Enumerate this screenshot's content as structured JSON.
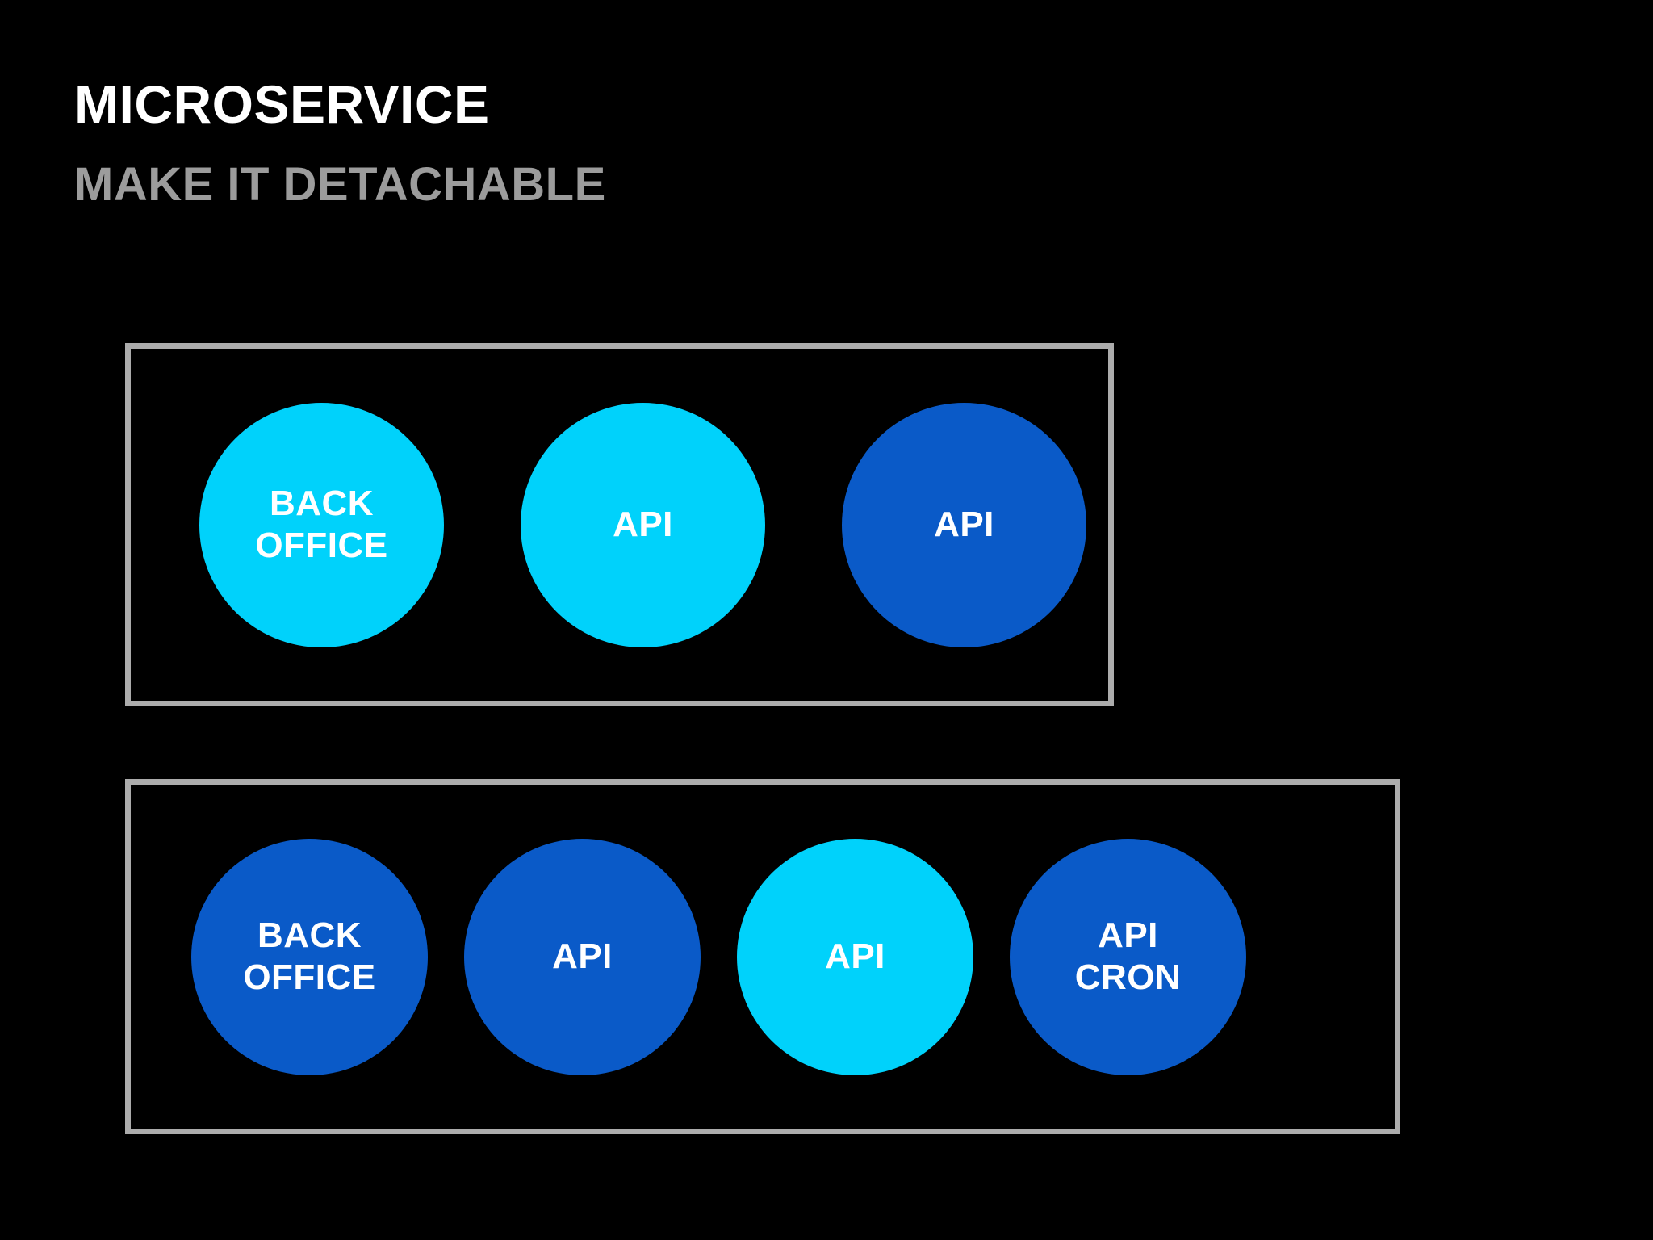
{
  "slide": {
    "background_color": "#000000",
    "title": "MICROSERVICE",
    "subtitle": "MAKE IT DETACHABLE",
    "title_color": "#FFFFFF",
    "subtitle_color": "#9C9C9C"
  },
  "palette": {
    "cyan": "#00D2FB",
    "blue": "#0A5AC8",
    "box_border": "#ACACAC",
    "label_text": "#FFFFFF"
  },
  "diagram": {
    "groups": [
      {
        "name": "group-1",
        "border_color": "#ACACAC",
        "nodes": [
          {
            "label": "BACK\nOFFICE",
            "color": "#00D2FB",
            "kind": "back-office"
          },
          {
            "label": "API",
            "color": "#00D2FB",
            "kind": "api"
          },
          {
            "label": "API",
            "color": "#0A5AC8",
            "kind": "api"
          }
        ]
      },
      {
        "name": "group-2",
        "border_color": "#ACACAC",
        "nodes": [
          {
            "label": "BACK\nOFFICE",
            "color": "#0A5AC8",
            "kind": "back-office"
          },
          {
            "label": "API",
            "color": "#0A5AC8",
            "kind": "api"
          },
          {
            "label": "API",
            "color": "#00D2FB",
            "kind": "api"
          },
          {
            "label": "API\nCRON",
            "color": "#0A5AC8",
            "kind": "api-cron"
          }
        ]
      }
    ]
  }
}
